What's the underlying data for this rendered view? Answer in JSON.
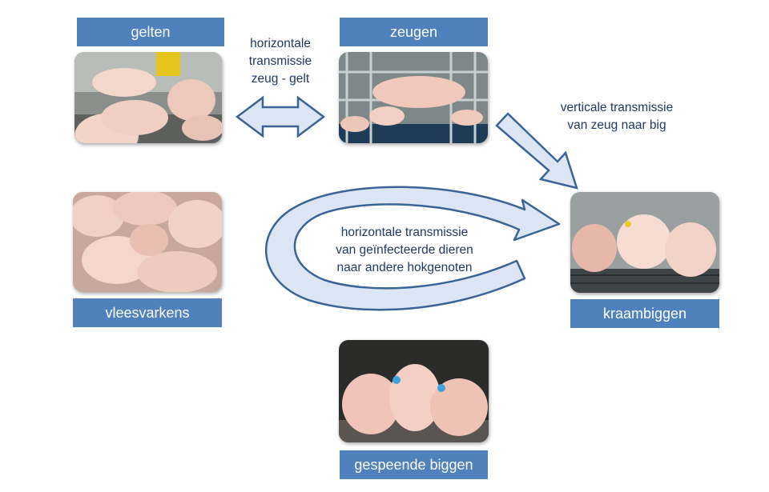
{
  "stages": {
    "gelten": "gelten",
    "zeugen": "zeugen",
    "kraambiggen": "kraambiggen",
    "gespeende_biggen": "gespeende biggen",
    "vleesvarkens": "vleesvarkens"
  },
  "captions": {
    "horizontal_sow_gilt": [
      "horizontale",
      "transmissie",
      "zeug - gelt"
    ],
    "vertical_sow_piglet": [
      "verticale transmissie",
      "van zeug naar big"
    ],
    "horizontal_penmates": [
      "horizontale transmissie",
      "van geïnfecteerde dieren",
      "naar andere hokgenoten"
    ]
  },
  "colors": {
    "label_fill": "#4f81bd",
    "label_text": "#ffffff",
    "caption_text": "#1f3864",
    "arrow_fill": "#dbe5f3",
    "arrow_stroke": "#3b6496"
  },
  "arrows": {
    "double": "double-headed-arrow",
    "diagonal": "diagonal-arrow",
    "circular": "circular-arrow"
  }
}
